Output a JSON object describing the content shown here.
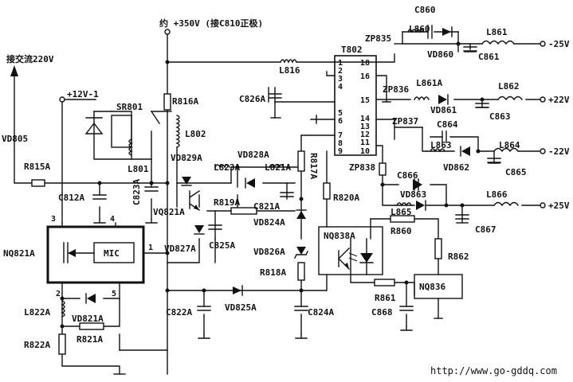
{
  "headers": {
    "supply_note": "约 +350V (接C810正极)",
    "mains": "接交流220V",
    "plus12": "+12V-1"
  },
  "ic": {
    "name": "NQ821A",
    "core": "MIC",
    "pin1": "1",
    "pin2": "2",
    "pin3": "3",
    "pin4": "4",
    "pin5": "5"
  },
  "transformer": {
    "name": "T802",
    "pins_left": [
      "1",
      "2",
      "3",
      "4",
      "5",
      "6",
      "7",
      "8",
      "9"
    ],
    "pins_right": [
      "18",
      "16",
      "15",
      "14",
      "13",
      "12",
      "11",
      "10"
    ]
  },
  "opto": {
    "name": "NQ838A"
  },
  "ctrl": {
    "name": "NQ836"
  },
  "outputs": {
    "v1": "-25V",
    "v2": "+22V",
    "v3": "-22V",
    "v4": "+25V"
  },
  "labels": {
    "SR801": "SR801",
    "VD805": "VD805",
    "R815A": "R815A",
    "C812A": "C812A",
    "C823A": "C823A",
    "L801": "L801",
    "R816A": "R816A",
    "L802": "L802",
    "L816": "L816",
    "C826A": "C826A",
    "VD829A": "VD829A",
    "VD828A": "VD828A",
    "L823A": "L823A",
    "L821A": "L821A",
    "R817A": "R817A",
    "VQ821A": "VQ821A",
    "R819A": "R819A",
    "C821A": "C821A",
    "VD824A": "VD824A",
    "VD827A": "VD827A",
    "C825A": "C825A",
    "VD826A": "VD826A",
    "R818A": "R818A",
    "R820A": "R820A",
    "C822A": "C822A",
    "VD825A": "VD825A",
    "C824A": "C824A",
    "L822A": "L822A",
    "VD821A": "VD821A",
    "R821A": "R821A",
    "R822A": "R822A",
    "ZP835": "ZP835",
    "C860": "C860",
    "L860": "L860",
    "VD860": "VD860",
    "L861": "L861",
    "C861": "C861",
    "ZP836": "ZP836",
    "L861A": "L861A",
    "VD861": "VD861",
    "L862": "L862",
    "C863": "C863",
    "ZP837": "ZP837",
    "C864": "C864",
    "L863": "L863",
    "VD862": "VD862",
    "L864": "L864",
    "C865": "C865",
    "ZP838": "ZP838",
    "C866": "C866",
    "VD863": "VD863",
    "L865": "L865",
    "L866": "L866",
    "C867": "C867",
    "R860": "R860",
    "R862": "R862",
    "R861": "R861",
    "C868": "C868"
  },
  "footer": {
    "url": "http://www.go-gddq.com"
  }
}
